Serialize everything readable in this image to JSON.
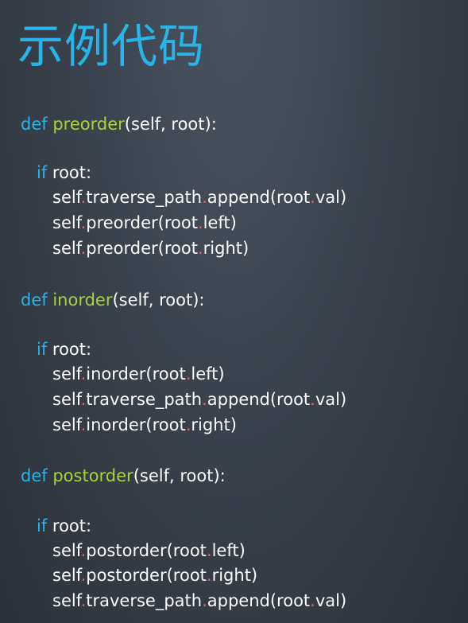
{
  "title": "示例代码",
  "code_blocks": [
    {
      "def_keyword": "def",
      "function_name": "preorder",
      "params": "(self, root):",
      "if_keyword": "if",
      "if_condition": " root:",
      "body": [
        {
          "obj": "self",
          "rest": "traverse_path",
          "dot2": ".",
          "method": "append(root",
          "dot3": ".",
          "tail": "val)"
        },
        {
          "obj": "self",
          "rest": "preorder(root",
          "dot2": ".",
          "method": "left)",
          "dot3": "",
          "tail": ""
        },
        {
          "obj": "self",
          "rest": "preorder(root",
          "dot2": ".",
          "method": "right)",
          "dot3": "",
          "tail": ""
        }
      ]
    },
    {
      "def_keyword": "def",
      "function_name": "inorder",
      "params": "(self, root):",
      "if_keyword": "if",
      "if_condition": " root:",
      "body": [
        {
          "obj": "self",
          "rest": "inorder(root",
          "dot2": ".",
          "method": "left)",
          "dot3": "",
          "tail": ""
        },
        {
          "obj": "self",
          "rest": "traverse_path",
          "dot2": ".",
          "method": "append(root",
          "dot3": ".",
          "tail": "val)"
        },
        {
          "obj": "self",
          "rest": "inorder(root",
          "dot2": ".",
          "method": "right)",
          "dot3": "",
          "tail": ""
        }
      ]
    },
    {
      "def_keyword": "def",
      "function_name": "postorder",
      "params": "(self, root):",
      "if_keyword": "if",
      "if_condition": " root:",
      "body": [
        {
          "obj": "self",
          "rest": "postorder(root",
          "dot2": ".",
          "method": "left)",
          "dot3": "",
          "tail": ""
        },
        {
          "obj": "self",
          "rest": "postorder(root",
          "dot2": ".",
          "method": "right)",
          "dot3": "",
          "tail": ""
        },
        {
          "obj": "self",
          "rest": "traverse_path",
          "dot2": ".",
          "method": "append(root",
          "dot3": ".",
          "tail": "val)"
        }
      ]
    }
  ],
  "colors": {
    "keyword": "#27b4e8",
    "function_name": "#a6d33a",
    "dot": "#e0636a",
    "text": "#ffffff"
  }
}
